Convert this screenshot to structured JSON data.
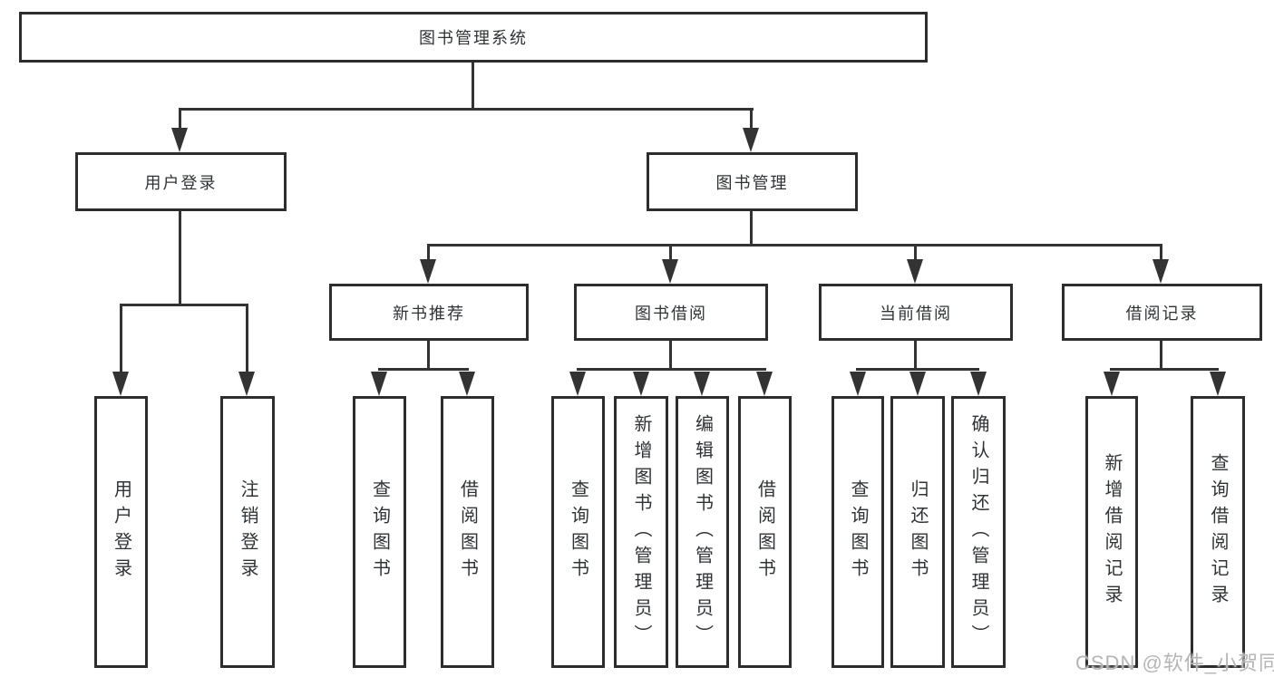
{
  "tree": {
    "title": "图书管理系统",
    "branches": [
      {
        "label": "用户登录",
        "children": [
          {
            "label": "用户登录"
          },
          {
            "label": "注销登录"
          }
        ]
      },
      {
        "label": "图书管理",
        "children": [
          {
            "label": "新书推荐",
            "children": [
              {
                "label": "查询图书"
              },
              {
                "label": "借阅图书"
              }
            ]
          },
          {
            "label": "图书借阅",
            "children": [
              {
                "label": "查询图书"
              },
              {
                "label": "新增图书（管理员）"
              },
              {
                "label": "编辑图书（管理员）"
              },
              {
                "label": "借阅图书"
              }
            ]
          },
          {
            "label": "当前借阅",
            "children": [
              {
                "label": "查询图书"
              },
              {
                "label": "归还图书"
              },
              {
                "label": "确认归还（管理员）"
              }
            ]
          },
          {
            "label": "借阅记录",
            "children": [
              {
                "label": "新增借阅记录"
              },
              {
                "label": "查询借阅记录"
              }
            ]
          }
        ]
      }
    ]
  },
  "watermark": {
    "text": "CSDN @软件_小贺同学"
  },
  "colors": {
    "line": "#333333",
    "box_border": "#2d2d2d",
    "text": "#303336",
    "watermark": "#b5b5b5",
    "background": "#ffffff"
  }
}
